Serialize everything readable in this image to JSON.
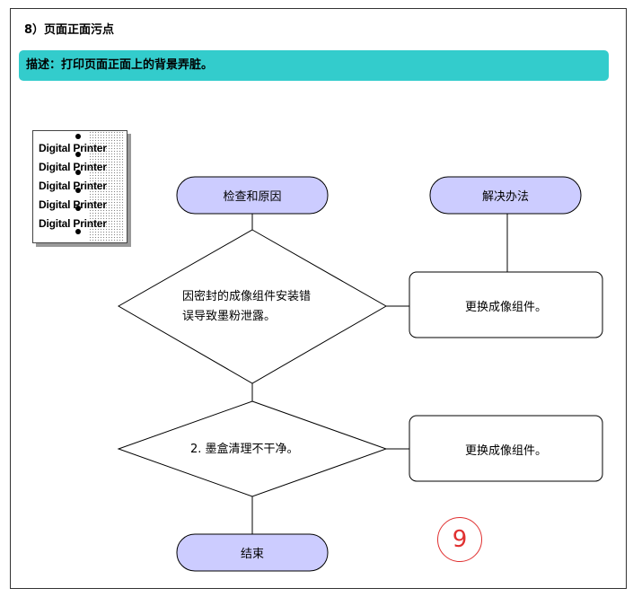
{
  "section_title": "8）页面正面污点",
  "description": "描述：打印页面正面上的背景弄脏。",
  "thumbnail": {
    "lines": [
      "Digital Printer",
      "Digital Printer",
      "Digital Printer",
      "Digital Printer",
      "Digital Printer"
    ]
  },
  "flow": {
    "left_header": "检查和原因",
    "right_header": "解决办法",
    "cause_1": "因密封的成像组件安装错误导致墨粉泄露。",
    "cause_1_line1": "因密封的成像组件安装错",
    "cause_1_line2": "误导致墨粉泄露。",
    "solution_1": "更换成像组件。",
    "cause_2": "2. 墨盒清理不干净。",
    "solution_2": "更换成像组件。",
    "end": "结束"
  },
  "page_number": "9",
  "colors": {
    "desc_bar": "#33cccc",
    "pill_fill": "#ccccff",
    "page_number": "#e03030"
  }
}
